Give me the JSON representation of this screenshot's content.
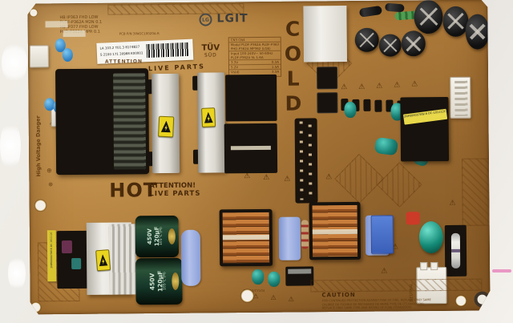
{
  "photo": {
    "subject": "LG LGIT television power supply PCB photographed on a white surface",
    "colors": {
      "board": "#b8843f",
      "silkscreen": "#5f3a10",
      "hv_sticker": "#ead41f",
      "teal_capacitor": "#1b8478",
      "green_capacitor": "#16382a",
      "film_capacitor": "#9fb4e8",
      "relay": "#4a72c8",
      "copper": "#b06a2e"
    }
  },
  "logos": {
    "lg": "LG",
    "lgit": "LGIT",
    "tuv1": "TÜV",
    "tuv2": "SÜD"
  },
  "sk": {
    "model1": "HB IP363 FHD LOW",
    "model2": "PLDF-P362A  M2N 0.1",
    "model3": "HB IP377 FHD LOW",
    "model4": "PHD-P362A  MPR 0.1",
    "pcb_pn": "PCB P/N  3PAGC10020A-R",
    "attention_top": "ATTENTION",
    "live_parts": "LIVE  PARTS",
    "hot": "HOT",
    "attn1": "ATTENTION!",
    "attn2": "LIVE  PARTS",
    "cold": "COLD",
    "hv": "High  Voltage  Danger",
    "neutral": "NEUTRAL",
    "caution": "CAUTION",
    "caution1": "FOR CONTINUED PROTECTION AGAINST RISK OF FIRE, REPLACE ONLY SAME",
    "caution2": "CALIBRE DU FUSIBLE DE RECHANGE DE MEME TYPE DE (T5.0AH/250V)",
    "caution3": "REPLACE ONLY SAME TYPE AND RATING OF FUSE (T5AH/250V)",
    "cy": "CY103/CY104"
  },
  "spec": {
    "title": "CN3  CN4",
    "l1": "Model  PLDF-P362A  PLDF-P363",
    "l2": "PHD-P362A  MP362 (LGE)",
    "l3": "Input  100-240V~  50-60Hz",
    "l4": "PLDF-P362A  5L 1.6A",
    "rails": [
      {
        "rail": "3.3V",
        "cur": "0.3A"
      },
      {
        "rail": "5.2V",
        "cur": "1.5A"
      },
      {
        "rail": "Vs(d)",
        "cur": "3.3A"
      }
    ]
  },
  "stickers": {
    "bc1": "LA 103.2 T01.3 8174B27",
    "bc2": "S 2100 171 30988 K00001",
    "xfmr": "2NP0000070W-R  DC-101112C",
    "side": "2NP0000070W-R DC-101112C"
  },
  "caps": {
    "green1": "450V 120µF",
    "green2": "105°C (M)"
  },
  "icons": {
    "warn": "⚠",
    "ground": "⊕"
  }
}
